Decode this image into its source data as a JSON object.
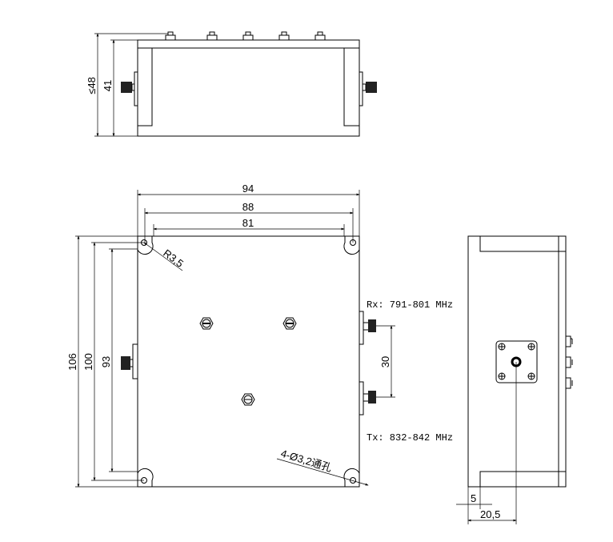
{
  "top_view": {
    "dim_overall_height": "≤48",
    "dim_body_height": "41"
  },
  "main_view": {
    "dim_width_overall": "94",
    "dim_hole_spacing_x": "88",
    "dim_inner_width": "81",
    "dim_height_overall": "106",
    "dim_hole_spacing_y": "100",
    "dim_inner_height": "93",
    "corner_radius": "R3,5",
    "mounting_holes": "4-Ø3,2通孔",
    "port_spacing": "30",
    "rx_label": "Rx: 791-801 MHz",
    "tx_label": "Tx: 832-842 MHz"
  },
  "side_view": {
    "dim_wall": "5",
    "dim_connector_offset": "20,5"
  }
}
